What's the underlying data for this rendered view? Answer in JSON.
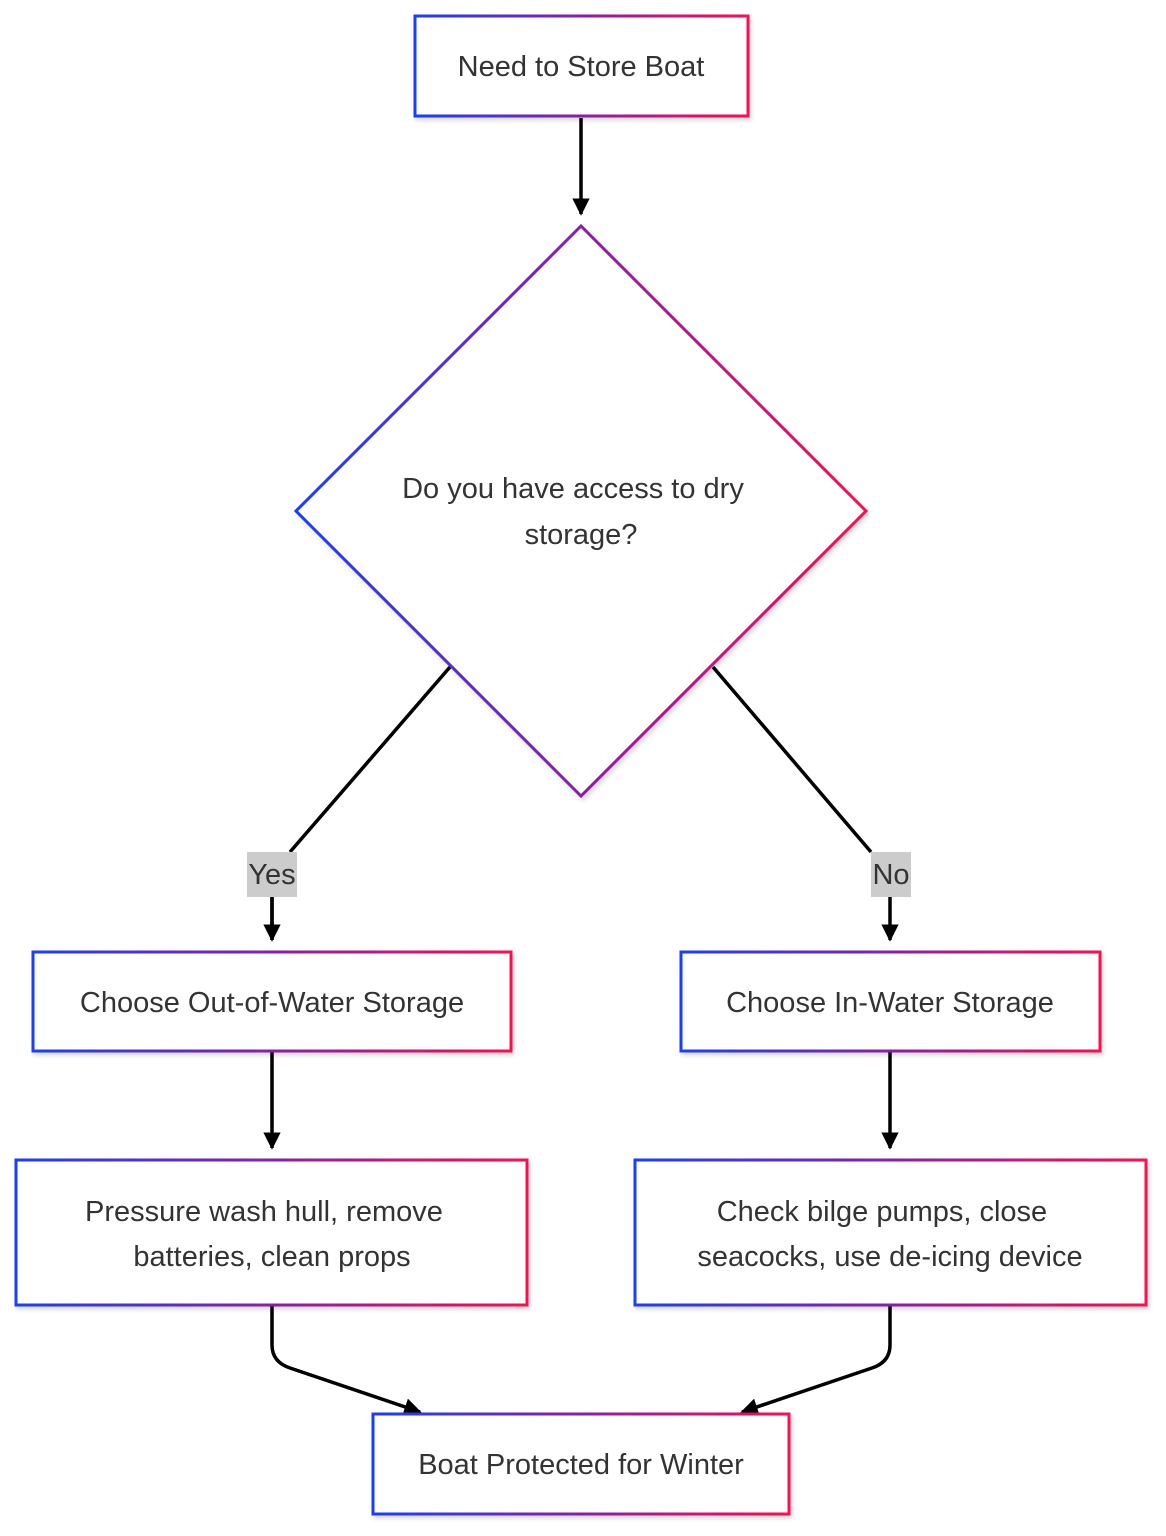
{
  "colors": {
    "gradient_start": "#1a3dff",
    "gradient_mid": "#8a1fa8",
    "gradient_end": "#ff0a4f",
    "edge": "#000000",
    "edge_label_bg": "#cccccc",
    "text": "#333333",
    "node_fill": "#ffffff"
  },
  "nodes": {
    "start": {
      "label": "Need to Store Boat"
    },
    "decision": {
      "lines": [
        "Do you have access to dry",
        "storage?"
      ]
    },
    "out_of_water": {
      "label": "Choose Out-of-Water Storage"
    },
    "in_water": {
      "label": "Choose In-Water Storage"
    },
    "out_steps": {
      "lines": [
        "Pressure wash hull, remove",
        "batteries, clean props"
      ]
    },
    "in_steps": {
      "lines": [
        "Check bilge pumps, close",
        "seacocks, use de-icing device"
      ]
    },
    "end": {
      "label": "Boat Protected for Winter"
    }
  },
  "edges": {
    "yes_label": "Yes",
    "no_label": "No"
  }
}
